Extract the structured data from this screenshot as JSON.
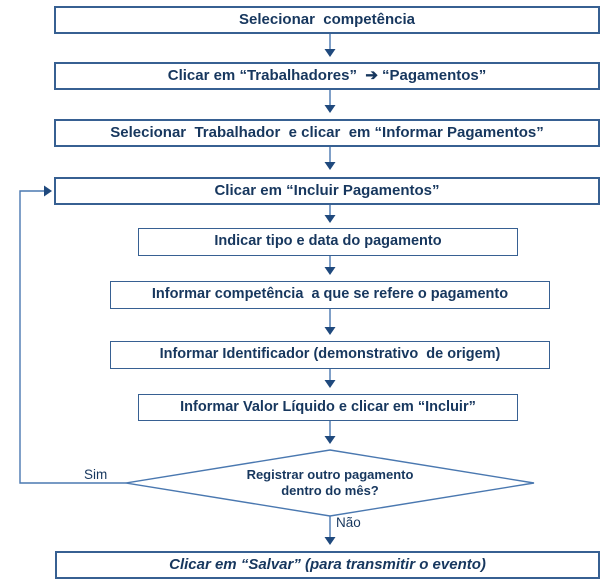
{
  "colors": {
    "box_border": "#376092",
    "connector_line": "#4a78b0",
    "arrowhead": "#1F497D",
    "text": "#17375E"
  },
  "flow": {
    "steps": [
      {
        "label": "Selecionar  competência"
      },
      {
        "label": "Clicar em “Trabalhadores”  ➔ “Pagamentos”"
      },
      {
        "label": "Selecionar  Trabalhador  e clicar  em “Informar Pagamentos”"
      },
      {
        "label": "Clicar em “Incluir Pagamentos”"
      },
      {
        "label": "Indicar tipo e data do pagamento"
      },
      {
        "label": "Informar competência  a que se refere o pagamento"
      },
      {
        "label": "Informar Identificador (demonstrativo  de origem)"
      },
      {
        "label": "Informar Valor Líquido e clicar em “Incluir”"
      }
    ],
    "decision": {
      "line1": "Registrar outro pagamento",
      "line2": "dentro do mês?",
      "yes_label": "Sim",
      "no_label": "Não"
    },
    "final_step": {
      "label": "Clicar em “Salvar” (para transmitir o evento)"
    }
  }
}
